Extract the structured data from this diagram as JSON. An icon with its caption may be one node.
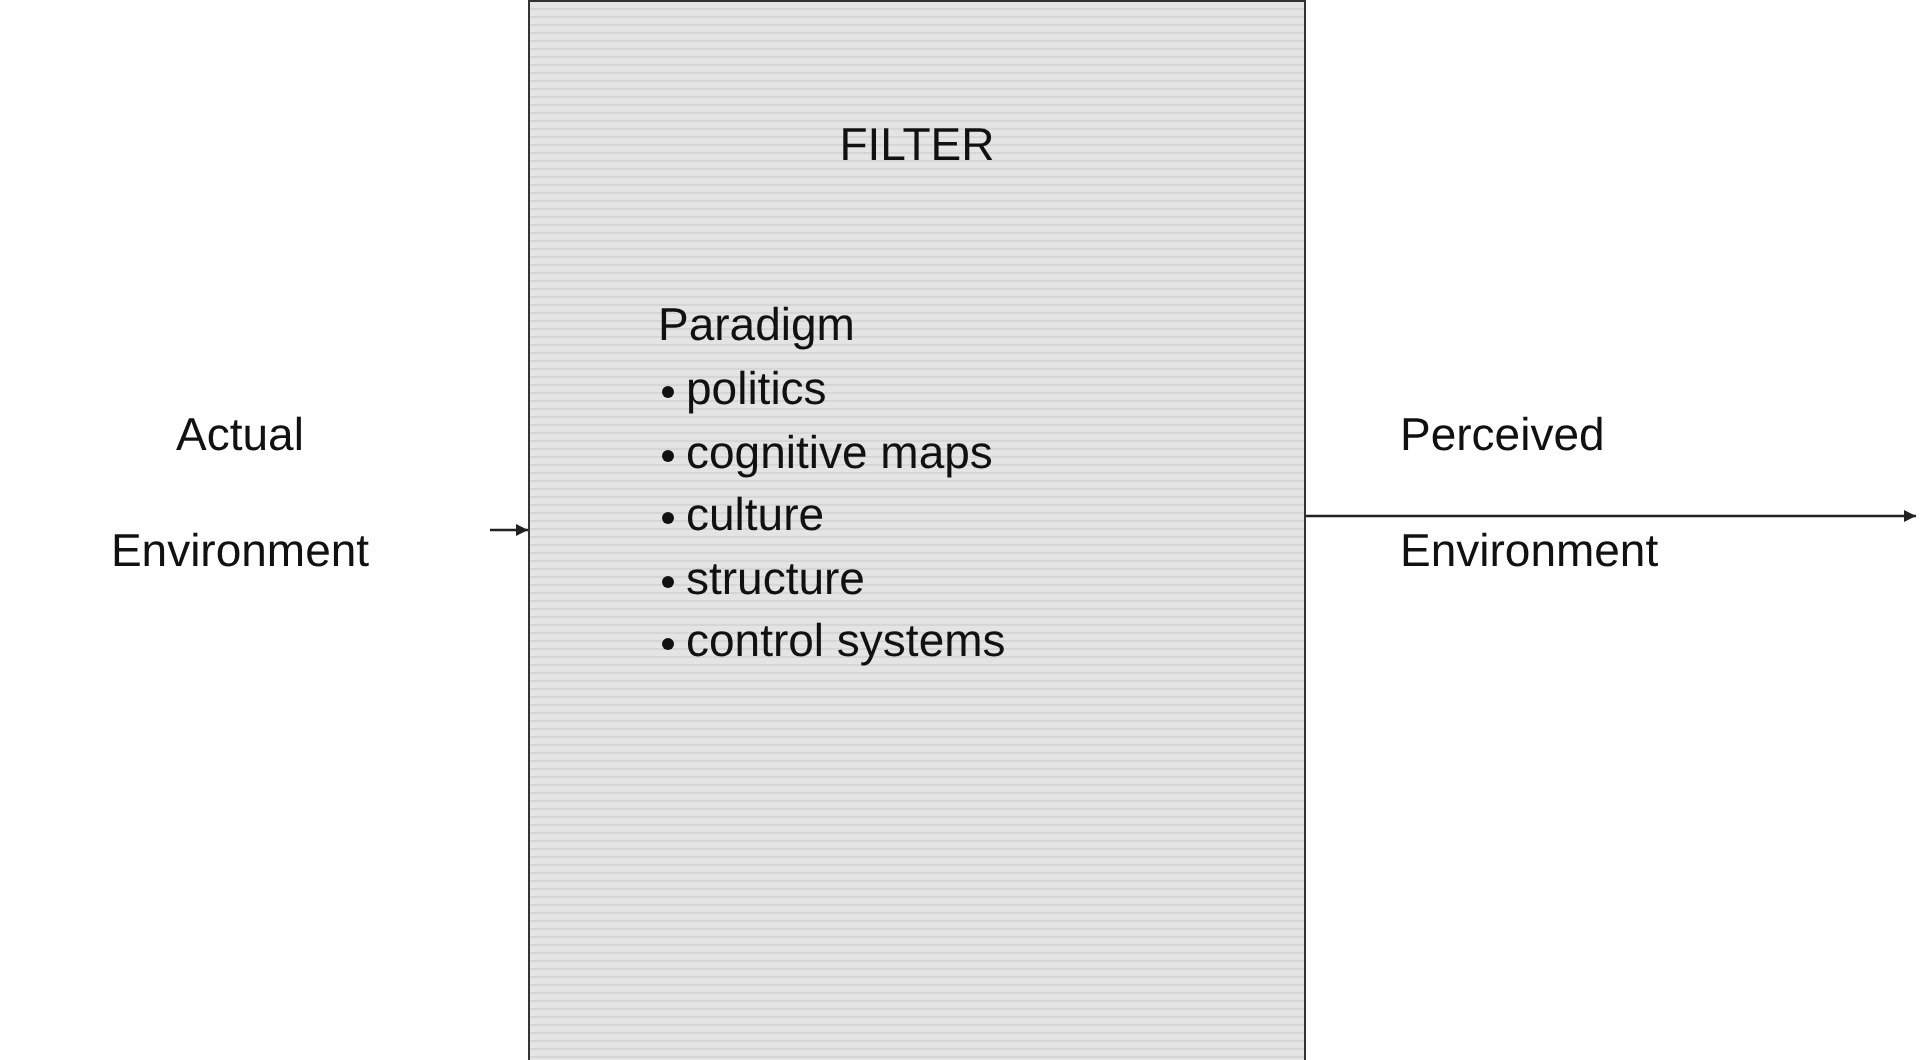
{
  "diagram": {
    "nodes": [
      {
        "text": [
          "Actual Environment"
        ]
      },
      {
        "text": [
          "FILTER",
          "Paradigm",
          "politics",
          "cognitive maps",
          "culture",
          "structure",
          "control systems"
        ]
      },
      {
        "text": [
          "Perceived Environment"
        ]
      }
    ],
    "edges": [
      {
        "from": null,
        "to": 1,
        "arrow": "to"
      },
      {
        "from": 1,
        "to": null,
        "arrow": "to"
      }
    ]
  }
}
